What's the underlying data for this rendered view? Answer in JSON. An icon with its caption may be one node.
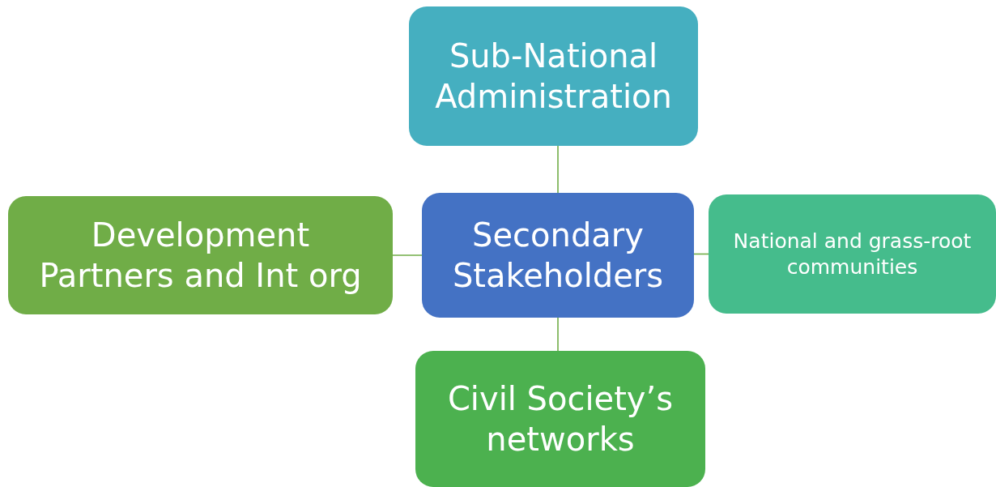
{
  "diagram": {
    "nodes": [
      {
        "text": [
          "Secondary Stakeholders"
        ]
      },
      {
        "text": [
          "Sub-National Administration"
        ]
      },
      {
        "text": [
          "Development Partners and Int org"
        ]
      },
      {
        "text": [
          "National and grass-root communities"
        ]
      },
      {
        "text": [
          "Civil Society’s networks"
        ]
      }
    ],
    "edges": [
      {
        "from": 1,
        "to": 0,
        "arrow": "none"
      },
      {
        "from": 2,
        "to": 0,
        "arrow": "none"
      },
      {
        "from": 0,
        "to": 3,
        "arrow": "none"
      },
      {
        "from": 0,
        "to": 4,
        "arrow": "none"
      }
    ]
  }
}
